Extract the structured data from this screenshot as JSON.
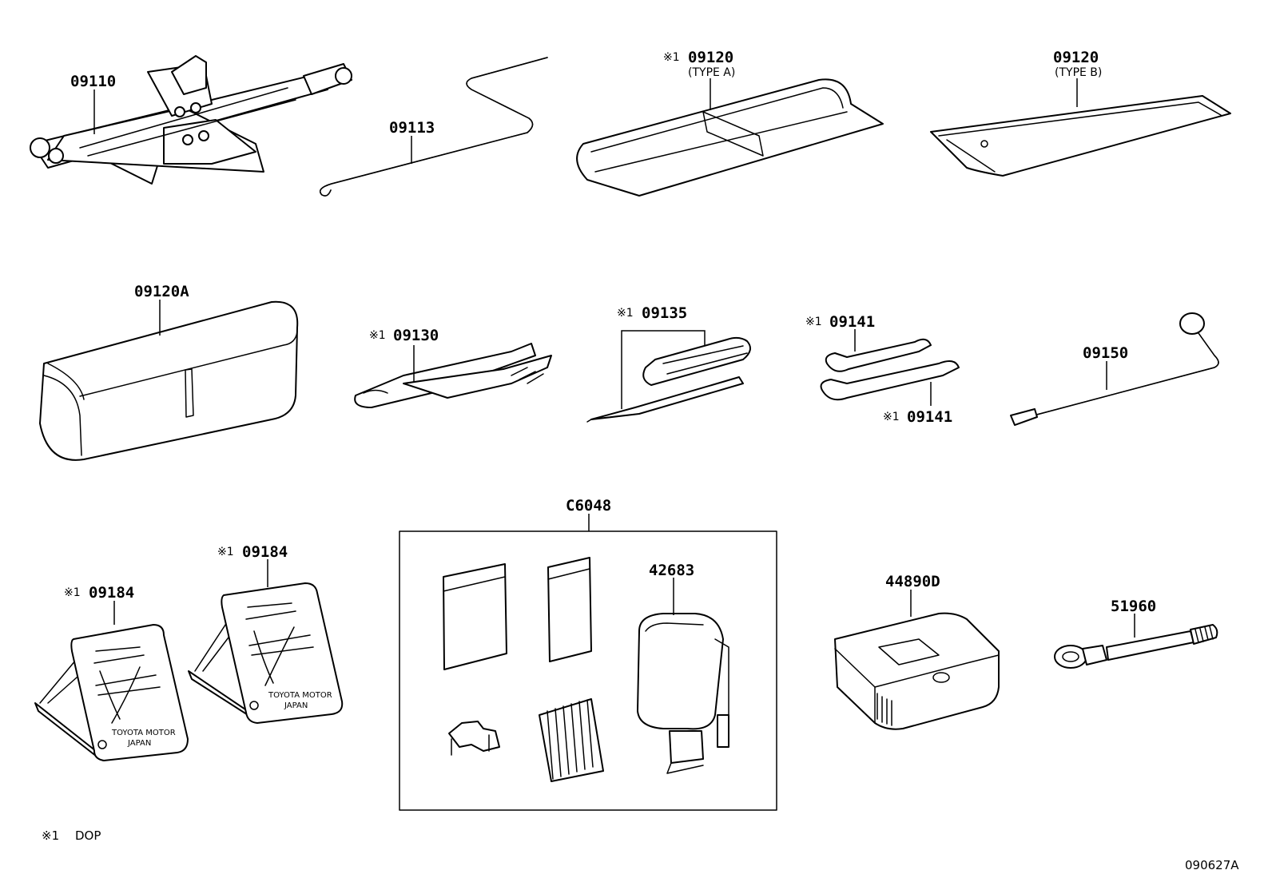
{
  "labels": {
    "p09110": "09110",
    "p09113": "09113",
    "p09120a_mark": "※1",
    "p09120a": "09120",
    "p09120a_type": "(TYPE A)",
    "p09120b": "09120",
    "p09120b_type": "(TYPE B)",
    "p09120A": "09120A",
    "p09130_mark": "※1",
    "p09130": "09130",
    "p09135_mark": "※1",
    "p09135": "09135",
    "p09141a_mark": "※1",
    "p09141a": "09141",
    "p09141b_mark": "※1",
    "p09141b": "09141",
    "p09150": "09150",
    "pC6048": "C6048",
    "p42683": "42683",
    "p09184a_mark": "※1",
    "p09184a": "09184",
    "p09184b_mark": "※1",
    "p09184b": "09184",
    "p44890D": "44890D",
    "p51960": "51960"
  },
  "chock_text": {
    "line1": "TOYOTA MOTOR",
    "line2": "JAPAN"
  },
  "legend": {
    "mark": "※1",
    "text": "DOP"
  },
  "diagram_id": "090627A"
}
